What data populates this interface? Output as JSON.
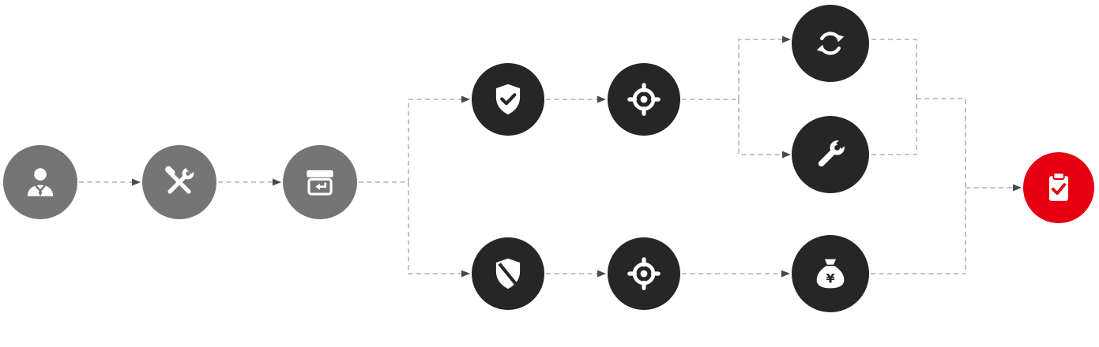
{
  "diagram": {
    "type": "flowchart",
    "background": "#ffffff",
    "colors": {
      "node_gray": "#757575",
      "node_dark": "#262626",
      "node_red": "#e60012",
      "icon": "#ffffff",
      "connector": "#bcbcbc",
      "arrowhead": "#4a4a4a"
    },
    "currency_symbol": "¥",
    "nodes": [
      {
        "id": "user",
        "icon": "user-icon",
        "color": "gray"
      },
      {
        "id": "crossed-tools",
        "icon": "tools-icon",
        "color": "gray"
      },
      {
        "id": "return-box",
        "icon": "package-return-icon",
        "color": "gray"
      },
      {
        "id": "shield-check",
        "icon": "shield-check-icon",
        "color": "dark"
      },
      {
        "id": "crosshair-top",
        "icon": "crosshair-icon",
        "color": "dark"
      },
      {
        "id": "sync",
        "icon": "sync-icon",
        "color": "dark"
      },
      {
        "id": "wrench",
        "icon": "wrench-icon",
        "color": "dark"
      },
      {
        "id": "shield-slash",
        "icon": "shield-slash-icon",
        "color": "dark"
      },
      {
        "id": "crosshair-bottom",
        "icon": "crosshair-icon",
        "color": "dark"
      },
      {
        "id": "money-bag",
        "icon": "money-bag-icon",
        "color": "dark"
      },
      {
        "id": "clipboard-check",
        "icon": "clipboard-check-icon",
        "color": "red"
      }
    ],
    "connector_style": "dashed"
  }
}
